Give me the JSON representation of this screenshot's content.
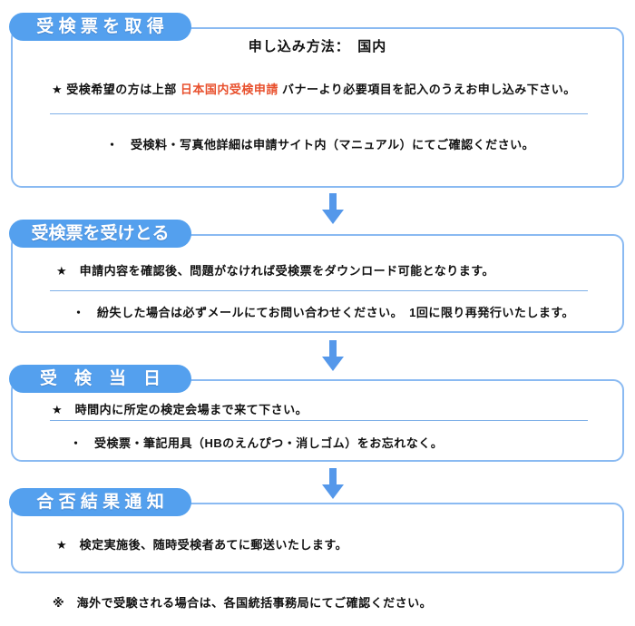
{
  "colors": {
    "tab_blue": "#54a0ee",
    "box_border_blue": "#8abaf2",
    "divider_blue": "#7fb0e8",
    "arrow_blue": "#5598ea",
    "highlight_red": "#e8502d",
    "text_black": "#111111"
  },
  "sections": [
    {
      "tab": "受 検 票 を 取 得",
      "title": "申し込み方法：　国内",
      "star_prefix": "★ 受検希望の方は上部 ",
      "star_link": "日本国内受検申請",
      "star_suffix": " バナーより必要項目を記入のうえお申し込み下さい。",
      "bullet": "・　受検料・写真他詳細は申請サイト内（マニュアル）にてご確認ください。"
    },
    {
      "tab": "受検票を受けとる",
      "star": "★　申請内容を確認後、問題がなければ受検票をダウンロード可能となります。",
      "bullet": "・　紛失した場合は必ずメールにてお問い合わせください。　1回に限り再発行いたします。"
    },
    {
      "tab": "受　検　当　日",
      "star": "★　時間内に所定の検定会場まで来て下さい。",
      "bullet": "・　受検票・筆記用具（HBのえんぴつ・消しゴム）をお忘れなく。"
    },
    {
      "tab": "合 否 結 果 通 知",
      "star": "★　検定実施後、随時受検者あてに郵送いたします。"
    }
  ],
  "footer": "※　海外で受験される場合は、各国統括事務局にてご確認ください。"
}
